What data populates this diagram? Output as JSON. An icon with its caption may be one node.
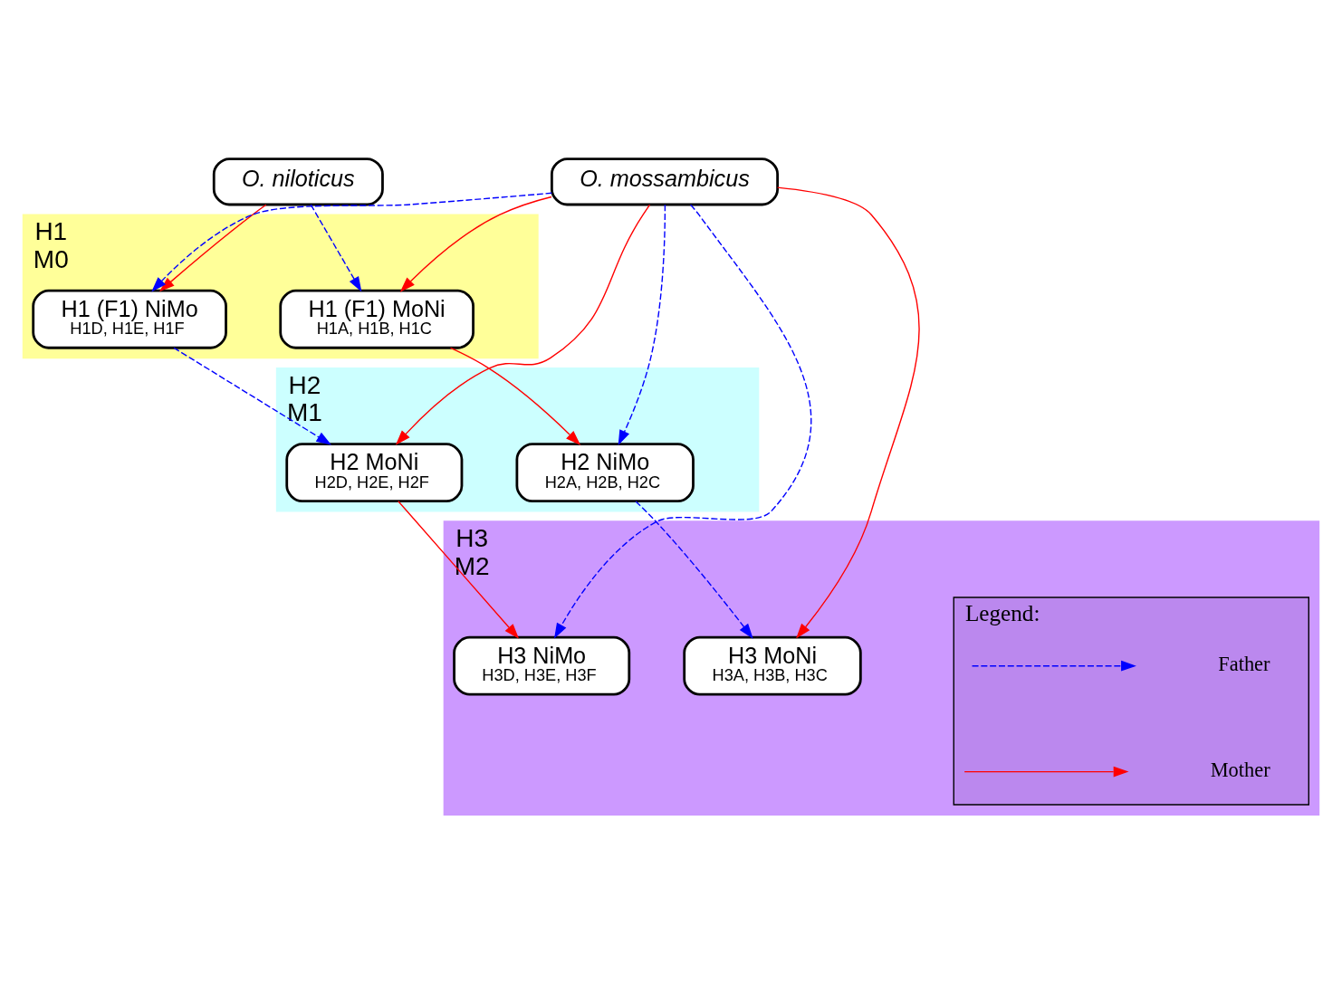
{
  "diagram": {
    "nodes": [
      {
        "text": [
          "O. niloticus"
        ]
      },
      {
        "text": [
          "O. mossambicus"
        ]
      },
      {
        "text": [
          "H1",
          "M0"
        ]
      },
      {
        "text": [
          "H1 (F1) NiMo",
          "H1D, H1E, H1F"
        ],
        "in": 2
      },
      {
        "text": [
          "H1 (F1) MoNi",
          "H1A, H1B, H1C"
        ],
        "in": 2
      },
      {
        "text": [
          "H2",
          "M1"
        ]
      },
      {
        "text": [
          "H2 NiMo",
          "H2A, H2B, H2C"
        ],
        "in": 5
      },
      {
        "text": [
          "H2 MoNi",
          "H2D, H2E, H2F"
        ],
        "in": 5
      },
      {
        "text": [
          "H3",
          "M2"
        ]
      },
      {
        "text": [
          "H3 NiMo",
          "H3D, H3E, H3F"
        ],
        "in": 8
      },
      {
        "text": [
          "H3 MoNi",
          "H3A, H3B, H3C"
        ],
        "in": 8
      },
      {
        "text": [
          "Legend:"
        ],
        "in": 8
      }
    ],
    "edges": [
      {
        "from": 0,
        "to": 3,
        "arrow": "to",
        "color": "#ff0000"
      },
      {
        "from": 1,
        "to": 3,
        "arrow": "to",
        "style": "dashed",
        "color": "#0000ff"
      },
      {
        "from": 0,
        "to": 4,
        "arrow": "to",
        "style": "dashed",
        "color": "#0000ff"
      },
      {
        "from": 1,
        "to": 4,
        "arrow": "to",
        "color": "#ff0000"
      },
      {
        "from": 4,
        "to": 6,
        "arrow": "to",
        "color": "#ff0000"
      },
      {
        "from": 1,
        "to": 6,
        "arrow": "to",
        "style": "dashed",
        "color": "#0000ff"
      },
      {
        "from": 3,
        "to": 7,
        "arrow": "to",
        "style": "dashed",
        "color": "#0000ff"
      },
      {
        "from": 1,
        "to": 7,
        "arrow": "to",
        "color": "#ff0000"
      },
      {
        "from": 7,
        "to": 9,
        "arrow": "to",
        "color": "#ff0000"
      },
      {
        "from": 1,
        "to": 9,
        "arrow": "to",
        "style": "dashed",
        "color": "#0000ff"
      },
      {
        "from": 6,
        "to": 10,
        "arrow": "to",
        "style": "dashed",
        "color": "#0000ff"
      },
      {
        "from": 1,
        "to": 10,
        "arrow": "to",
        "color": "#ff0000"
      }
    ],
    "legend": [
      {
        "text": "Father"
      },
      {
        "text": "Mother"
      }
    ]
  }
}
